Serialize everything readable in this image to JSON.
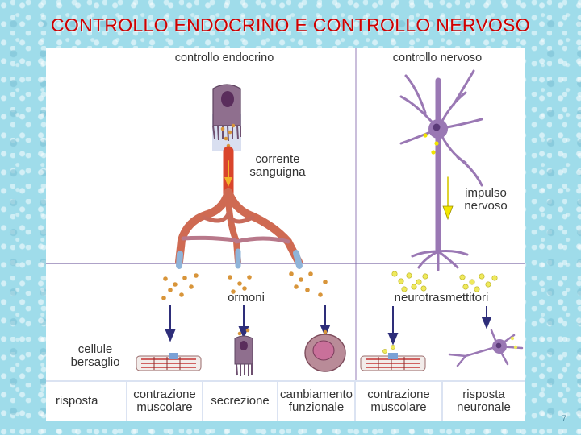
{
  "slide": {
    "title": "CONTROLLO ENDOCRINO E CONTROLLO NERVOSO",
    "number": "7"
  },
  "diagram": {
    "endocrine_header": "controllo endocrino",
    "nervous_header": "controllo nervoso",
    "bloodstream_label": "corrente sanguigna",
    "nerve_impulse_label": "impulso nervoso",
    "hormones_label": "ormoni",
    "neurotransmitters_label": "neurotrasmettitori",
    "target_cells_label": "cellule bersaglio",
    "row_header": "risposta",
    "responses": [
      "contrazione muscolare",
      "secrezione",
      "cambiamento funzionale",
      "contrazione muscolare",
      "risposta neuronale"
    ]
  },
  "colors": {
    "title": "#d00000",
    "vessel_red": "#e0573e",
    "vessel_blue": "#8fb4d9",
    "neuron": "#9a78b4",
    "hormone_dot": "#d8953a",
    "neurotransmitter_dot": "#e8e060",
    "arrow_navy": "#2e2e7a",
    "arrow_yellow": "#f2e600",
    "grid_line": "#7d6aa6",
    "band": "#dbe3f2"
  }
}
